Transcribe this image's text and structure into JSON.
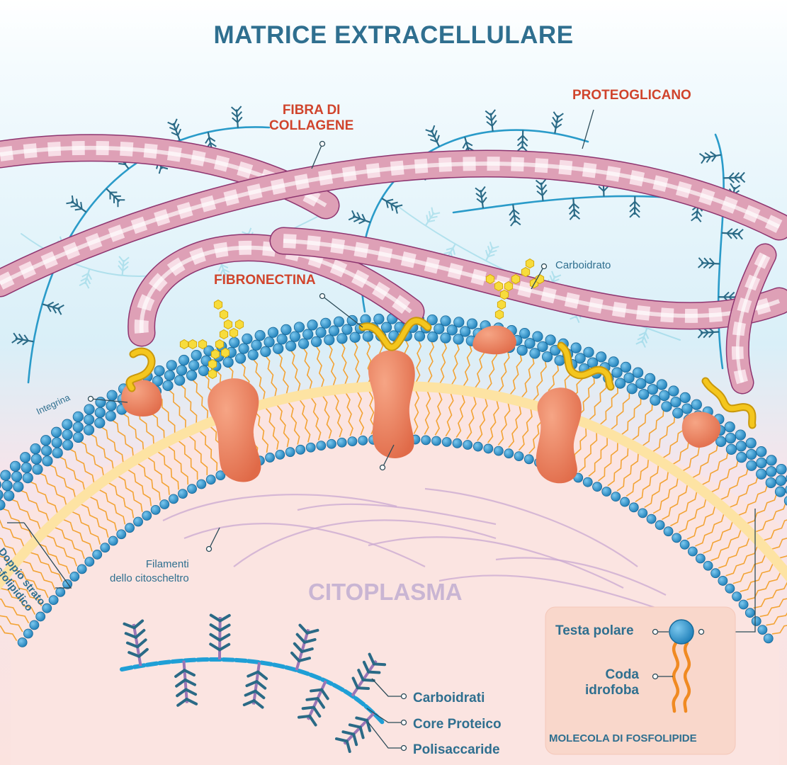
{
  "title": "MATRICE EXTRACELLULARE",
  "labels": {
    "collagen_line1": "FIBRA DI",
    "collagen_line2": "COLLAGENE",
    "proteoglycan": "PROTEOGLICANO",
    "fibronectin": "FIBRONECTINA",
    "carbohydrate": "Carboidrato",
    "integrin": "Integrina",
    "filaments_line1": "Filamenti",
    "filaments_line2": "dello citoscheltro",
    "cytoplasm": "CITOPLASMA",
    "bilayer_line1": "Doppio strato",
    "bilayer_line2": "fosfolipidico"
  },
  "legend_proteoglycan": {
    "carbohydrates": "Carboidrati",
    "protein_core": "Core Proteico",
    "polysaccharide": "Polisaccaride"
  },
  "phospholipid_box": {
    "polar_head": "Testa polare",
    "tail_line1": "Coda",
    "tail_line2": "idrofoba",
    "caption": "MOLECOLA DI FOSFOLIPIDE"
  },
  "colors": {
    "title": "#2f6f8f",
    "red_label": "#d0442c",
    "extracellular_bg": "#dff1f8",
    "cytoplasm_bg": "#fbe3e0",
    "head": "#2a8fc8",
    "tail": "#f3a334",
    "core": "#fde3a3",
    "protein": "#ec7c5a",
    "collagen": "#dea0b6",
    "collagen_band": "#f7dde6",
    "proteoglycan": "#2a9bc9",
    "branch": "#2a6a86",
    "linker": "#f3c21b",
    "carbohydrate": "#f7dc3c",
    "filament": "#c9a8d0"
  }
}
